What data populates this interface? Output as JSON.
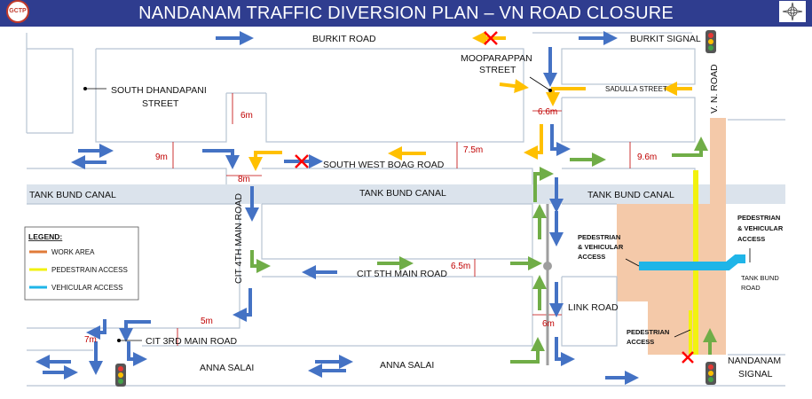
{
  "header": {
    "title": "NANDANAM TRAFFIC DIVERSION PLAN – VN ROAD CLOSURE",
    "logo_text": "GCTP",
    "background": "#2f3d8f"
  },
  "roads": {
    "burkit_road": "BURKIT ROAD",
    "burkit_signal": "BURKIT SIGNAL",
    "moopparappan_street_line1": "MOOPARAPPAN",
    "moopparappan_street_line2": "STREET",
    "sadulla_street": "SADULLA STREET",
    "vn_road": "V. N. ROAD",
    "south_dhandapani_line1": "SOUTH DHANDAPANI",
    "south_dhandapani_line2": "STREET",
    "south_west_boag_road": "SOUTH WEST BOAG ROAD",
    "tank_bund_canal": "TANK BUND CANAL",
    "cit_4th_main_road": "CIT 4TH MAIN ROAD",
    "cit_5th_main_road": "CIT 5TH MAIN ROAD",
    "cit_3rd_main_road": "CIT 3RD MAIN ROAD",
    "link_road": "LINK ROAD",
    "anna_salai": "ANNA SALAI",
    "nandanam_signal_line1": "NANDANAM",
    "nandanam_signal_line2": "SIGNAL",
    "tank_bund_road_line1": "TANK BUND",
    "tank_bund_road_line2": "ROAD"
  },
  "annotations": {
    "ped_veh_access_left": [
      "PEDESTRIAN",
      "& VEHICULAR",
      "ACCESS"
    ],
    "ped_veh_access_right": [
      "PEDESTRIAN",
      "& VEHICULAR",
      "ACCESS"
    ],
    "pedestrian_access": [
      "PEDESTRIAN",
      "ACCESS"
    ]
  },
  "distances": {
    "d_6m_top": "6m",
    "d_6_6m": "6.6m",
    "d_9m": "9m",
    "d_7_5m": "7.5m",
    "d_9_6m": "9.6m",
    "d_8m": "8m",
    "d_6_5m": "6.5m",
    "d_5m": "5m",
    "d_7m": "7m",
    "d_6m_bottom": "6m"
  },
  "legend": {
    "title": "LEGEND:",
    "items": [
      {
        "label": "WORK AREA",
        "color": "#e07b39"
      },
      {
        "label": "PEDESTRAIN ACCESS",
        "color": "#f2f20f"
      },
      {
        "label": "VEHICULAR ACCESS",
        "color": "#1fb5e8"
      }
    ]
  },
  "colors": {
    "arrow_blue": "#4472c4",
    "arrow_green": "#70ad47",
    "arrow_yellow": "#ffc000",
    "canal": "#dbe3ec",
    "work_area": "#f4c9a9",
    "closed_x": "#ff0000",
    "distance_text": "#c00000"
  }
}
